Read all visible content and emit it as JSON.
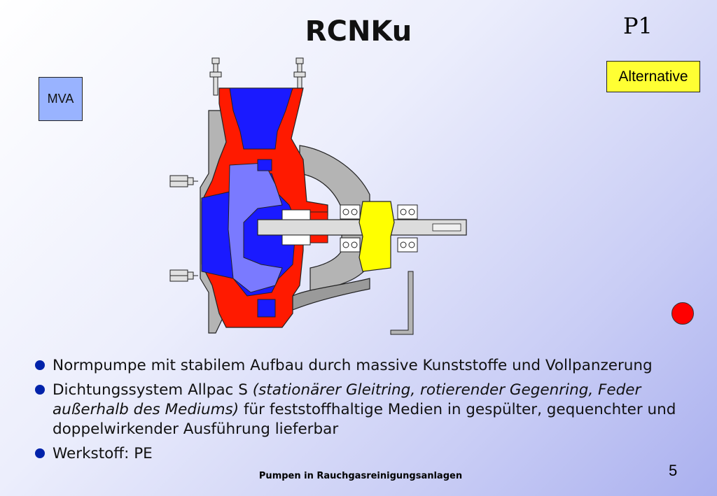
{
  "slide": {
    "title": "RCNKu",
    "page_code": "P1",
    "mva_label": "MVA",
    "alternative_label": "Alternative",
    "bullets": [
      {
        "text": "Normpumpe mit stabilem Aufbau durch massive Kunststoffe und Vollpanzerung"
      },
      {
        "text_before": "Dichtungssystem Allpac S ",
        "text_italic": "(stationärer Gleitring, rotierender Gegenring, Feder außerhalb des Mediums)",
        "text_after": " für feststoffhaltige Medien in gespülter, gequenchter und doppelwirkender Ausführung lieferbar"
      },
      {
        "text": "Werkstoff: PE"
      }
    ],
    "footer": "Pumpen in Rauchgasreinigungsanlagen",
    "page_number": "5"
  },
  "colors": {
    "casing": "#ff1a00",
    "impeller": "#1a1aff",
    "impeller_light": "#7a7aff",
    "bearing_housing": "#b4b4b4",
    "bearing_carrier": "#ffff00",
    "status_dot": "#ff0000"
  },
  "icons": [
    "status-dot-icon",
    "bullet-icon"
  ]
}
